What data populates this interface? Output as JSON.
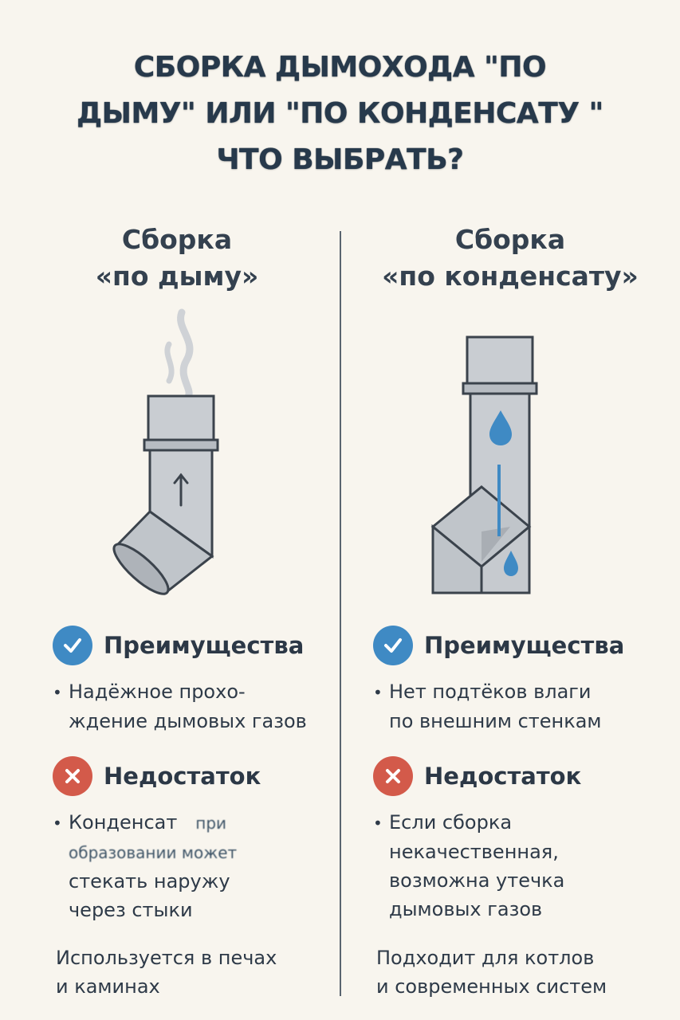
{
  "title": {
    "line1": "СБОРКА ДЫМОХОДА \"ПО",
    "line2": "ДЫМУ\" ИЛИ \"ПО КОНДЕНСАТУ \"",
    "line3": "ЧТО ВЫБРАТЬ?"
  },
  "left": {
    "title_line1": "Сборка",
    "title_line2": "«по дыму»",
    "illustration_icon": "smoke-elbow-pipe-icon",
    "advantages": {
      "label": "Преимущества",
      "icon": "check-icon",
      "lines": [
        "Надёжное прохо-",
        "ждение дымовых газов"
      ]
    },
    "drawback": {
      "label": "Недостаток",
      "icon": "cross-icon",
      "line1": "Конденсат",
      "line1_extra": "при",
      "line2": "образовании может",
      "line3": "стекать наружу",
      "line4": "через стыки"
    },
    "footnote": [
      "Используется в печах",
      "и каминах"
    ]
  },
  "right": {
    "title_line1": "Сборка",
    "title_line2": "«по конденсату»",
    "illustration_icon": "condensate-pipe-icon",
    "advantages": {
      "label": "Преимущества",
      "icon": "check-icon",
      "lines": [
        "Нет подтёков влаги",
        "по внешним стенкам"
      ]
    },
    "drawback": {
      "label": "Недостаток",
      "icon": "cross-icon",
      "lines": [
        "Если сборка",
        "некачественная,",
        "возможна утечка",
        "дымовых газов"
      ]
    },
    "footnote": [
      "Подходит для котлов",
      "и современных систем"
    ]
  },
  "colors": {
    "background": "#f8f5ee",
    "text": "#2e3a48",
    "check_badge": "#3f8ac4",
    "cross_badge": "#d35a4a",
    "pipe_fill": "#c9cdd2",
    "pipe_stroke": "#3b434c",
    "water_drop": "#3f8ac4"
  }
}
